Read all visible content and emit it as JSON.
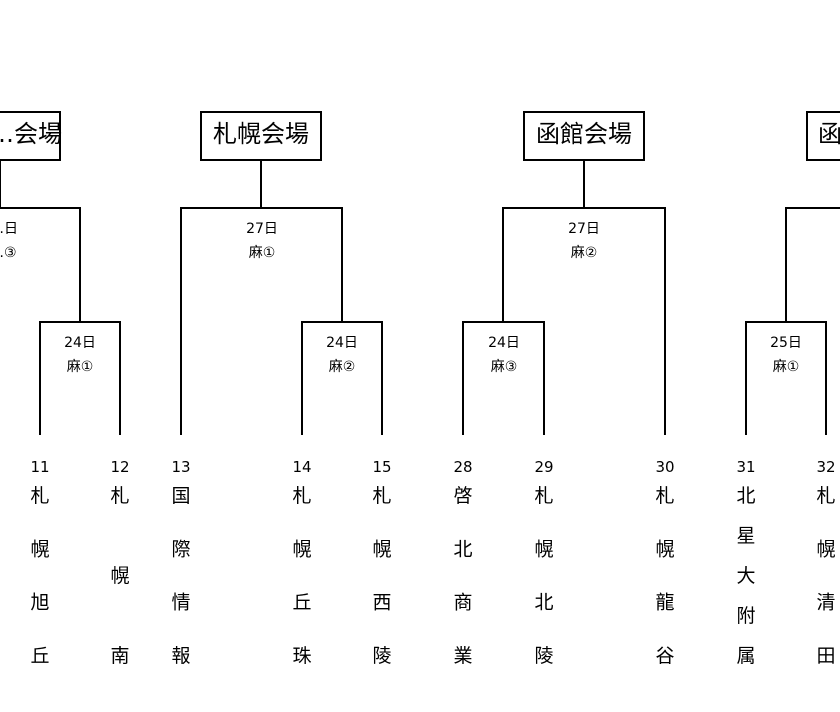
{
  "venues": [
    "…会場",
    "札幌会場",
    "函館会場",
    "函…"
  ],
  "matches": [
    {
      "date": "…日",
      "court": "…③"
    },
    {
      "date": "24日",
      "court": "麻①"
    },
    {
      "date": "27日",
      "court": "麻①"
    },
    {
      "date": "24日",
      "court": "麻②"
    },
    {
      "date": "27日",
      "court": "麻②"
    },
    {
      "date": "24日",
      "court": "麻③"
    },
    {
      "date": "25日",
      "court": "麻①"
    }
  ],
  "teams": [
    {
      "num": "11",
      "name": "札幌旭丘"
    },
    {
      "num": "12",
      "name": "札幌南"
    },
    {
      "num": "13",
      "name": "国際情報"
    },
    {
      "num": "14",
      "name": "札幌丘珠"
    },
    {
      "num": "15",
      "name": "札幌西陵"
    },
    {
      "num": "28",
      "name": "啓北商業"
    },
    {
      "num": "29",
      "name": "札幌北陵"
    },
    {
      "num": "30",
      "name": "札幌龍谷"
    },
    {
      "num": "31",
      "name": "北星大附属"
    },
    {
      "num": "32",
      "name": "札幌清田"
    }
  ]
}
